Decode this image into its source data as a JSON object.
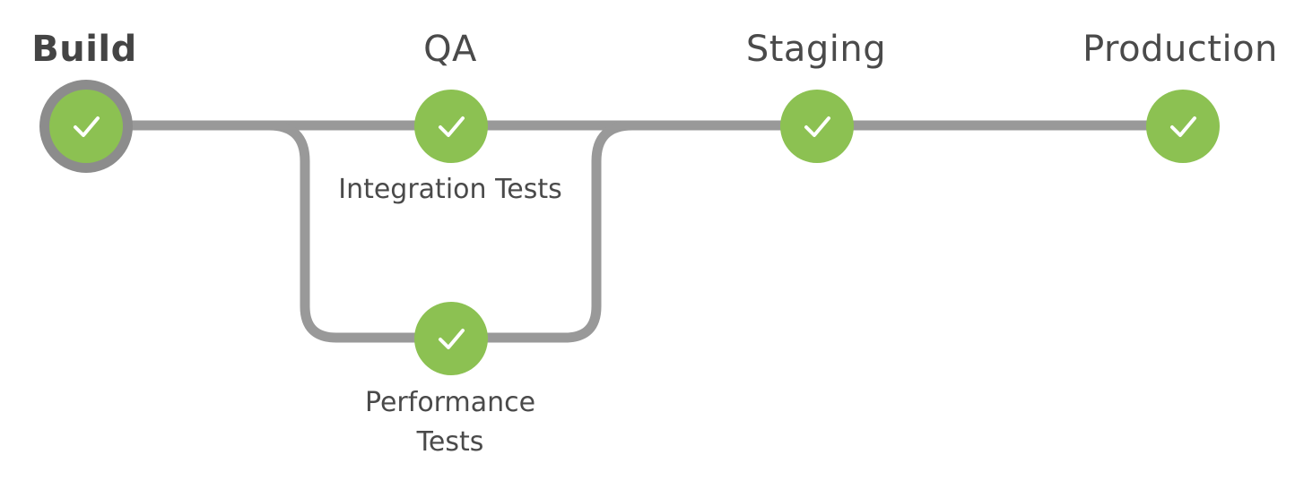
{
  "stages": [
    {
      "title": "Build",
      "selected": true,
      "status": "success"
    },
    {
      "title": "QA",
      "selected": false,
      "status": "success"
    },
    {
      "title": "Staging",
      "selected": false,
      "status": "success"
    },
    {
      "title": "Production",
      "selected": false,
      "status": "success"
    }
  ],
  "branches": [
    {
      "label": "Integration Tests",
      "status": "success"
    },
    {
      "label_line1": "Performance",
      "label_line2": "Tests",
      "status": "success"
    }
  ],
  "colors": {
    "success": "#8cc152",
    "connector": "#999999",
    "selected_ring": "#8c8c8c",
    "text": "#4a4a4a"
  },
  "icons": {
    "status": "checkmark-icon"
  }
}
